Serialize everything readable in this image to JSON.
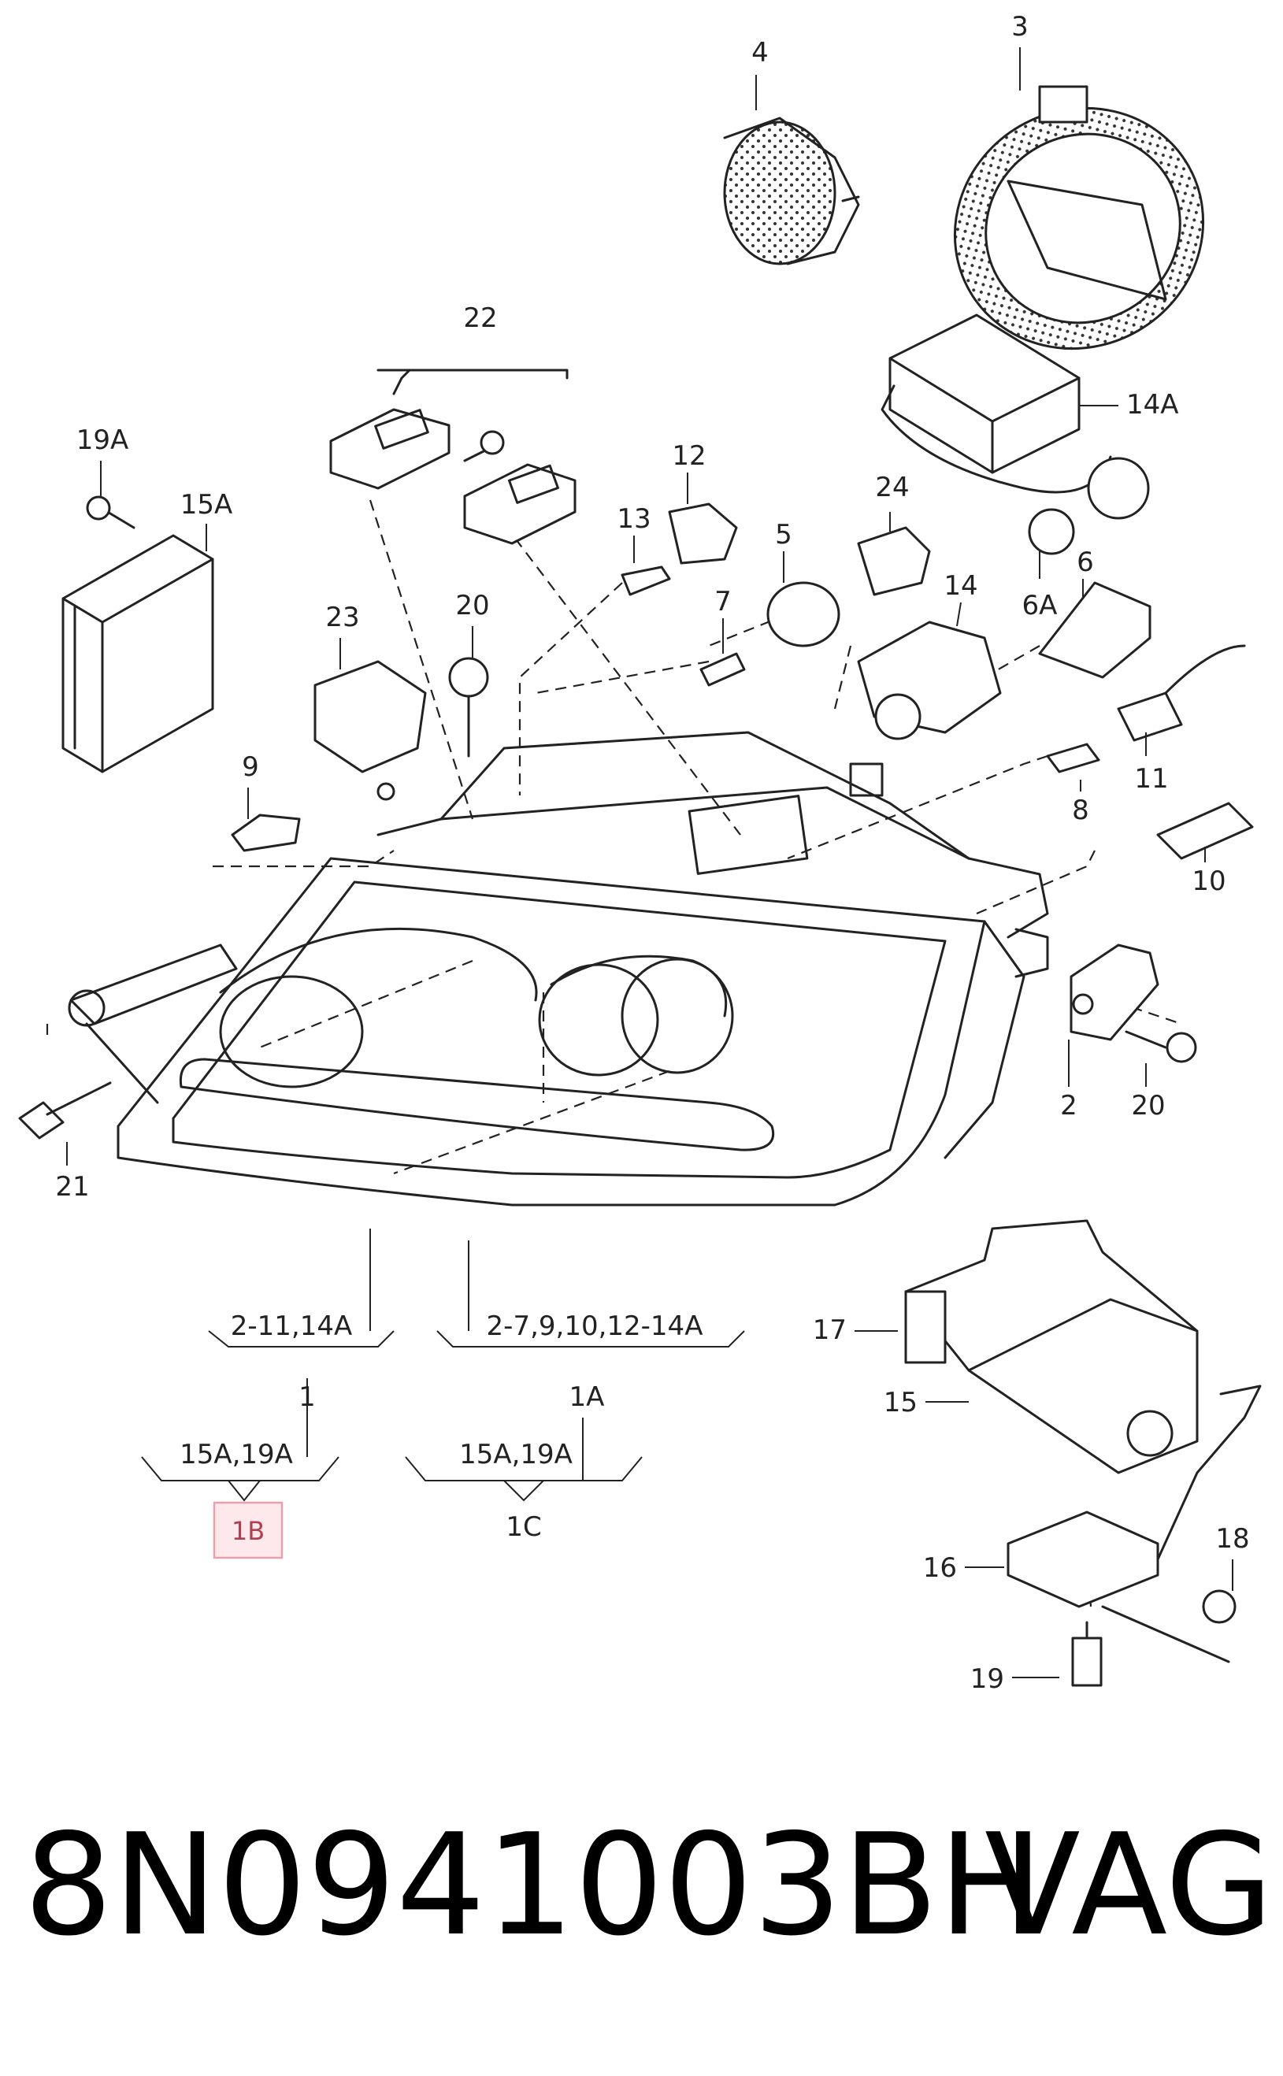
{
  "callouts": {
    "c1": "1",
    "c1A": "1A",
    "c1B": "1B",
    "c1C": "1C",
    "c2a": "2",
    "c3": "3",
    "c4": "4",
    "c5": "5",
    "c6": "6",
    "c6A": "6A",
    "c7": "7",
    "c8": "8",
    "c9": "9",
    "c10": "10",
    "c11": "11",
    "c12": "12",
    "c13": "13",
    "c14": "14",
    "c14A": "14A",
    "c15": "15",
    "c15A": "15A",
    "c16": "16",
    "c17": "17",
    "c18": "18",
    "c19": "19",
    "c19A": "19A",
    "c20a": "20",
    "c20b": "20",
    "c21": "21",
    "c22": "22",
    "c23": "23",
    "c24": "24"
  },
  "groups": {
    "set1": "2-11,14A",
    "set1A": "2-7,9,10,12-14A",
    "set1B": "15A,19A",
    "set1C": "15A,19A"
  },
  "highlight": {
    "color": "#e8a0ac",
    "fill": "#fde8ec"
  },
  "footer": {
    "part_number": "8N0941003BH",
    "brand": "VAG"
  }
}
